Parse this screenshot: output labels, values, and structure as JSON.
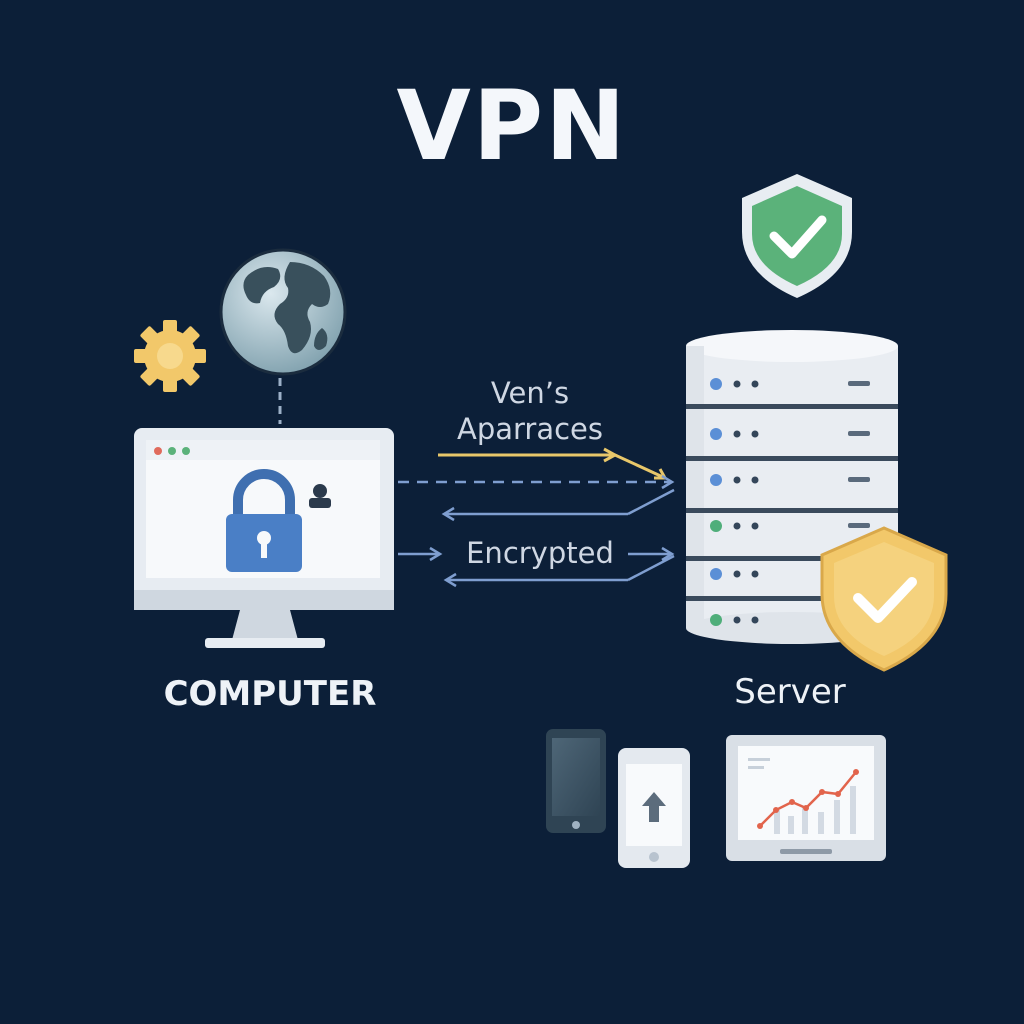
{
  "title": "VPN",
  "nodes": {
    "computer": {
      "label": "COMPUTER"
    },
    "server": {
      "label": "Server"
    }
  },
  "tunnel": {
    "line1": "Ven’s",
    "line2": "Aparraces",
    "line3": "Encrypted"
  },
  "colors": {
    "background": "#0c1f38",
    "shield_green": "#5bb27a",
    "shield_gold": "#f2c86a",
    "lock_blue": "#4a7fc6",
    "gear": "#f2c86a",
    "arrow_gold": "#e8c76a",
    "arrow_blue": "#7f9ed0",
    "chart_red": "#e2644c"
  },
  "icons": [
    "globe-icon",
    "gear-icon",
    "lock-icon",
    "user-icon",
    "shield-check-icon",
    "phone-icon",
    "tablet-icon",
    "upload-arrow-icon",
    "line-chart-icon"
  ]
}
